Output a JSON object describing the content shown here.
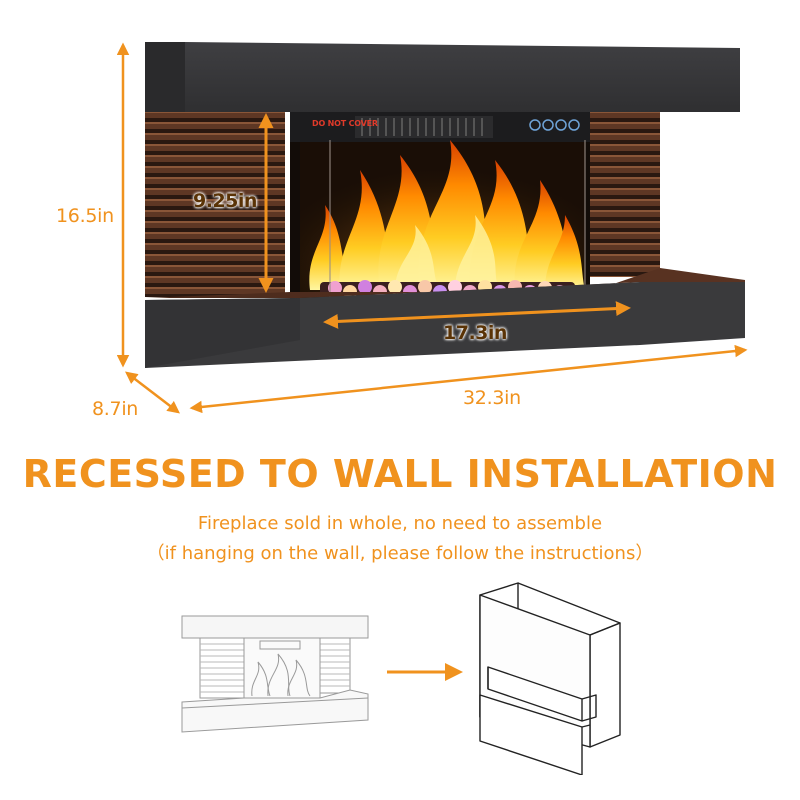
{
  "dimensions": {
    "height": "16.5in",
    "depth": "8.7in",
    "width": "32.3in",
    "firebox_height": "9.25in",
    "firebox_width": "17.3in"
  },
  "fireplace_labels": {
    "warning": "DO NOT COVER"
  },
  "headline": "RECESSED TO WALL INSTALLATION",
  "subtext": {
    "line1": "Fireplace sold in whole, no need to assemble",
    "line2": "（if hanging on the wall, please follow the instructions）"
  },
  "colors": {
    "accent": "#f0921e",
    "dark_label": "#5a3306",
    "mantel": "#3a3a3c",
    "slat_brown": "#4a2e22"
  }
}
